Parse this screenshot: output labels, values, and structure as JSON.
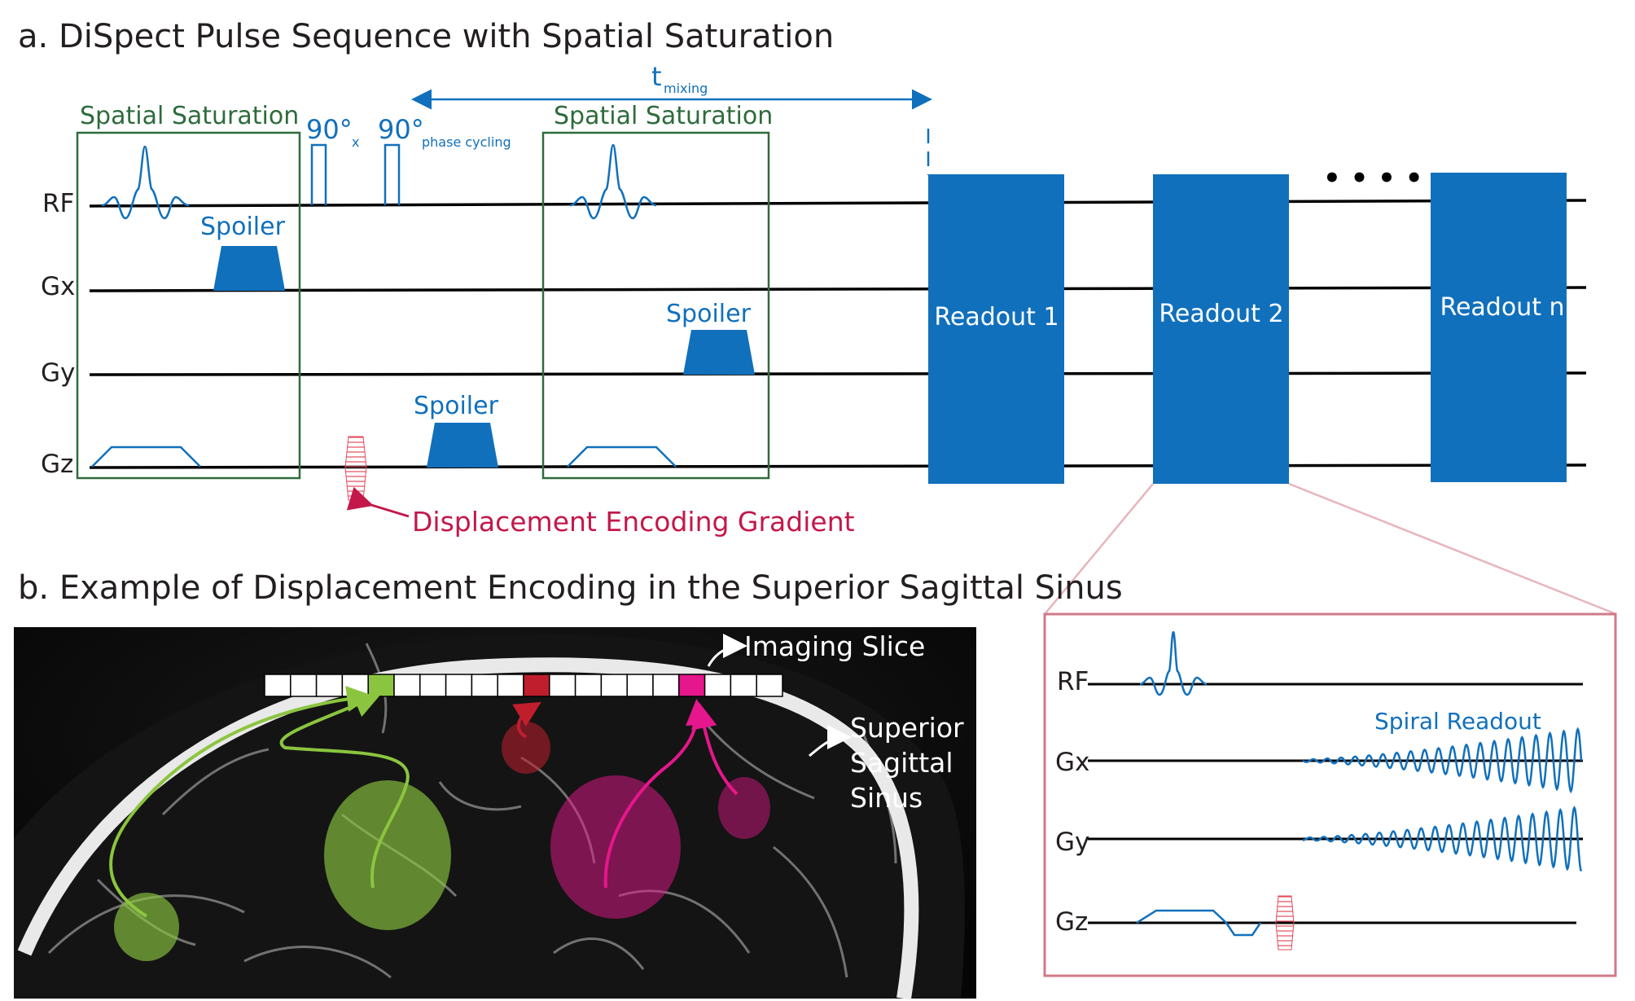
{
  "panel_a": {
    "title": "a. DiSpect Pulse Sequence with Spatial Saturation",
    "rows": [
      "RF",
      "Gx",
      "Gy",
      "Gz"
    ],
    "spatial_saturation_label": "Spatial Saturation",
    "spoiler_label": "Spoiler",
    "pulse1_main": "90°",
    "pulse1_sub": "x",
    "pulse2_main": "90°",
    "pulse2_sub": "phase cycling",
    "tmix_main": "t",
    "tmix_sub": "mixing",
    "readouts": [
      "Readout 1",
      "Readout 2",
      "Readout n"
    ],
    "ellipsis": "• • • •",
    "displacement_label": "Displacement Encoding Gradient"
  },
  "panel_b": {
    "title": "b. Example of Displacement Encoding in the Superior Sagittal Sinus",
    "imaging_slice": "Imaging Slice",
    "sss_line1": "Superior",
    "sss_line2": "Sagittal",
    "sss_line3": "Sinus"
  },
  "inset": {
    "rows": [
      "RF",
      "Gx",
      "Gy",
      "Gz"
    ],
    "spiral_label": "Spiral Readout"
  },
  "colors": {
    "blue": "#1170bc",
    "green_box": "#2e6b3c",
    "red_label": "#c4174a",
    "inset_border": "#d07a88",
    "green_voxel": "#8bc53f",
    "red_voxel": "#c01e2d",
    "magenta_voxel": "#e6168c"
  }
}
